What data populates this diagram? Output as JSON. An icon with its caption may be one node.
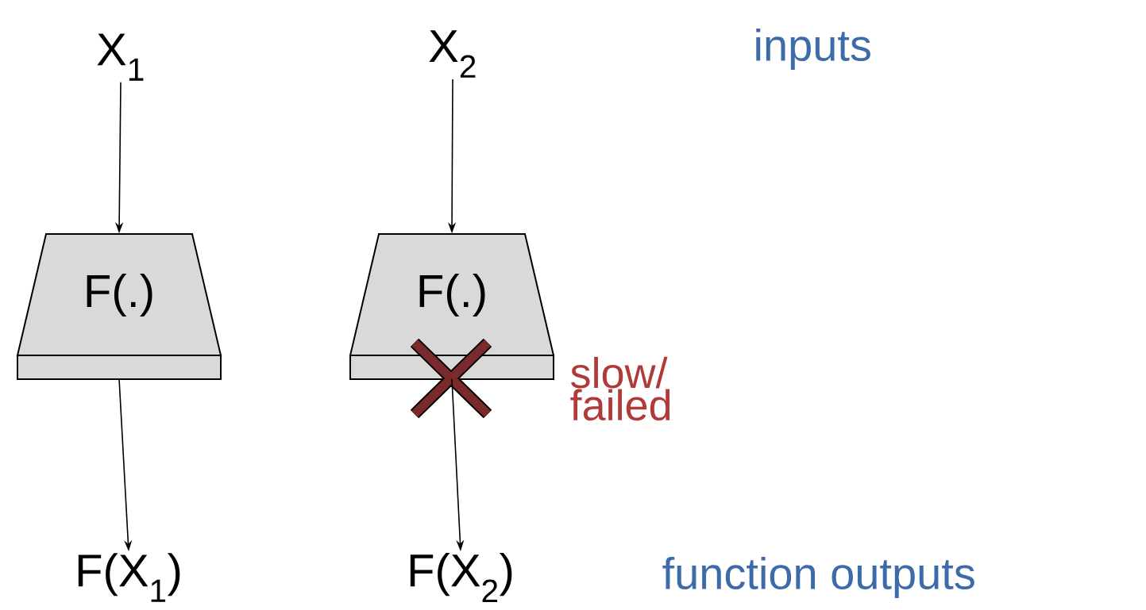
{
  "diagram": {
    "nodes": [
      {
        "text": [
          "X$_{1}$"
        ]
      },
      {
        "text": [
          "F(.)"
        ]
      },
      {
        "text": [
          "F(X$_{1}$)"
        ]
      },
      {
        "text": [
          "X$_{2}$"
        ]
      },
      {
        "text": [
          "F(.)"
        ],
        "beside": [
          "slow/ failed"
        ]
      },
      {
        "text": [
          "F(X$_{2}$)"
        ]
      }
    ],
    "edges": [
      {
        "from": 0,
        "to": 1,
        "arrow": "to"
      },
      {
        "from": 1,
        "to": 2,
        "arrow": "to"
      },
      {
        "from": 3,
        "to": 4,
        "arrow": "to"
      },
      {
        "from": 4,
        "to": 5,
        "arrow": "to"
      }
    ],
    "labels": [
      "inputs",
      "function outputs"
    ]
  }
}
